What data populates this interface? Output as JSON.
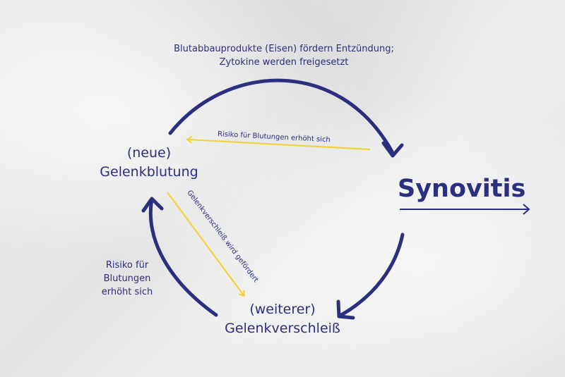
{
  "colors": {
    "main": "#2b2f80",
    "accent": "#f2d22e"
  },
  "nodes": {
    "bleeding": {
      "line1": "(neue)",
      "line2": "Gelenkblutung"
    },
    "synovitis": {
      "label": "Synovitis"
    },
    "wear": {
      "line1": "(weiterer)",
      "line2": "Gelenkverschleiß"
    }
  },
  "edges": {
    "top": {
      "line1": "Blutabbauprodukte (Eisen) fördern Entzündung;",
      "line2": "Zytokine werden freigesetzt"
    },
    "yellow_top": {
      "label": "Risiko für Blutungen erhöht sich"
    },
    "yellow_diag": {
      "label": "Gelenkverschleiß wird gefördert"
    },
    "left": {
      "line1": "Risiko für",
      "line2": "Blutungen",
      "line3": "erhöht sich"
    }
  }
}
